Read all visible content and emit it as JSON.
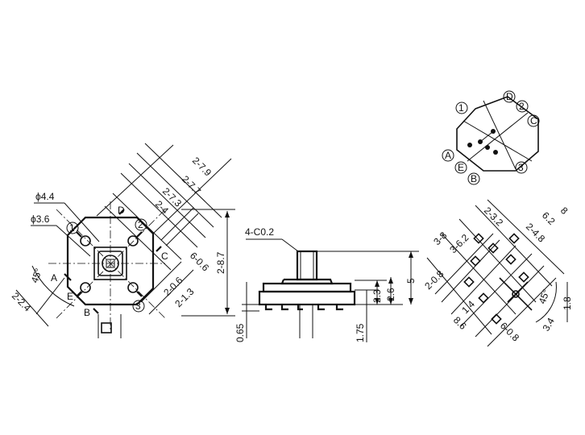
{
  "left_view": {
    "dimensions": [
      "2-7.9",
      "2-7.7",
      "2-7.3",
      "2-4",
      "2-8.7",
      "6-0.6",
      "2-0.6",
      "2-1.3",
      "2-2.4"
    ],
    "diameters": [
      "ϕ4.4",
      "ϕ3.6"
    ],
    "angle": "45°",
    "terminals": [
      "1",
      "2",
      "3",
      "A",
      "B",
      "C",
      "D",
      "E"
    ]
  },
  "side_view": {
    "chamfer": "4-C0.2",
    "dimensions": [
      "0.65",
      "1.75",
      "2.3",
      "2.6",
      "5"
    ]
  },
  "schematic": {
    "terminals": [
      "1",
      "2",
      "3",
      "A",
      "B",
      "C",
      "D",
      "E"
    ]
  },
  "pcb_layout": {
    "dimensions": [
      "2-3.2",
      "6.2",
      "8",
      "3-8",
      "3-6.2",
      "2-4.8",
      "2-0.8",
      "1.4",
      "8.6",
      "6-0.8",
      "1.8",
      "3.4"
    ],
    "angle": "45°"
  }
}
